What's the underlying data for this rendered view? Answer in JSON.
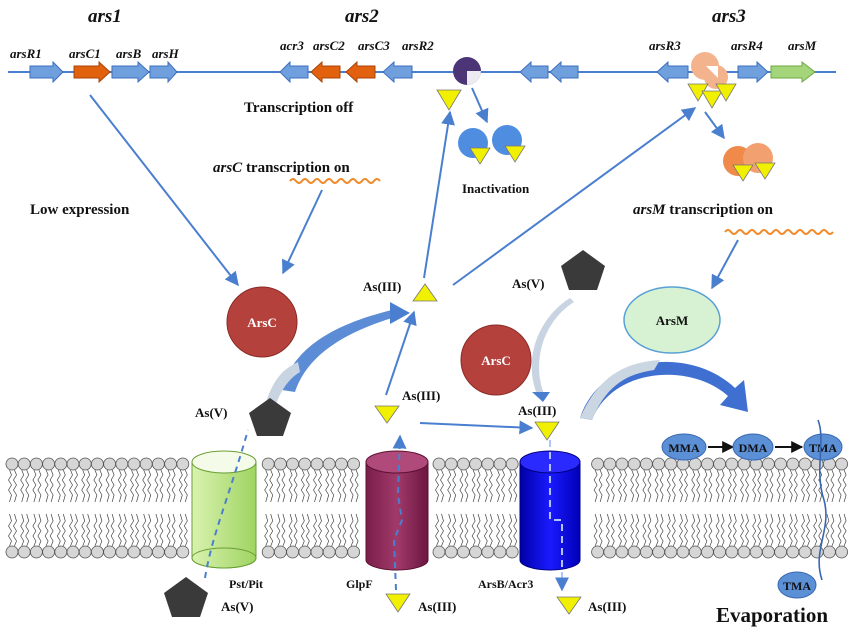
{
  "operons": {
    "ars1": {
      "title": "ars1",
      "genes": [
        "arsR1",
        "arsC1",
        "arsB",
        "arsH"
      ]
    },
    "ars2": {
      "title": "ars2",
      "genes": [
        "acr3",
        "arsC2",
        "arsC3",
        "arsR2"
      ]
    },
    "ars3": {
      "title": "ars3",
      "genes": [
        "arsR3",
        "arsR4",
        "arsM"
      ]
    }
  },
  "labels": {
    "transcription_off": "Transcription off",
    "inactivation": "Inactivation",
    "arsC_gene": "arsC",
    "transcription_on": " transcription on",
    "arsM_gene": "arsM",
    "low_expression": "Low expression",
    "evaporation": "Evaporation"
  },
  "proteins": {
    "arsc_1": "ArsC",
    "arsc_2": "ArsC",
    "arsm": "ArsM"
  },
  "arsenic": {
    "as3_top": "As(III)",
    "as5_upper": "As(V)",
    "as5_left": "As(V)",
    "as3_mid": "As(III)",
    "as3_efflux": "As(III)",
    "as5_outside": "As(V)",
    "as3_glpf_bottom": "As(III)",
    "as3_arsb_bottom": "As(III)"
  },
  "transporters": {
    "pst_pit": "Pst/Pit",
    "glpf": "GlpF",
    "arsb_acr3": "ArsB/Acr3"
  },
  "methylation": [
    "MMA",
    "DMA",
    "TMA"
  ],
  "tma_released": "TMA",
  "colors": {
    "gene_blue": "#6f9fdc",
    "gene_orange": "#e2610e",
    "gene_green": "#a4d57a",
    "arsc_red": "#b5413c",
    "arsm_green": "#d6f2d2",
    "arsenite_yellow": "#f1f000",
    "repressor_purple": "#4c3577",
    "repressor_blue": "#4f8de0",
    "repressor_peach": "#f3b48d",
    "arrow_blue": "#4a7fd0"
  }
}
